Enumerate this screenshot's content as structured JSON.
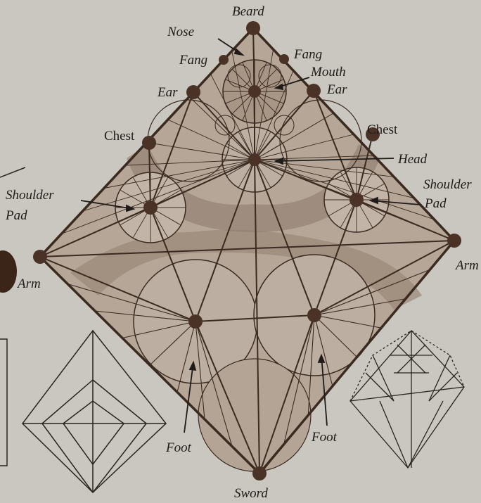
{
  "labels": {
    "beard": "Beard",
    "nose": "Nose",
    "fang_left": "Fang",
    "fang_right": "Fang",
    "mouth": "Mouth",
    "ear_left": "Ear",
    "ear_right": "Ear",
    "chest_left": "Chest",
    "chest_right": "Chest",
    "head": "Head",
    "shoulder_pad_left_1": "Shoulder",
    "shoulder_pad_left_2": "Pad",
    "shoulder_pad_right_1": "Shoulder",
    "shoulder_pad_right_2": "Pad",
    "arm_left": "Arm",
    "arm_right": "Arm",
    "foot_left": "Foot",
    "foot_right": "Foot",
    "sword": "Sword"
  },
  "colors": {
    "page": "#c9c7c0",
    "fill_light": "#b8aa9c",
    "fill_mid": "#a08f80",
    "fill_dark": "#8a7767",
    "line": "#3a2a20",
    "dot": "#4a3326"
  }
}
